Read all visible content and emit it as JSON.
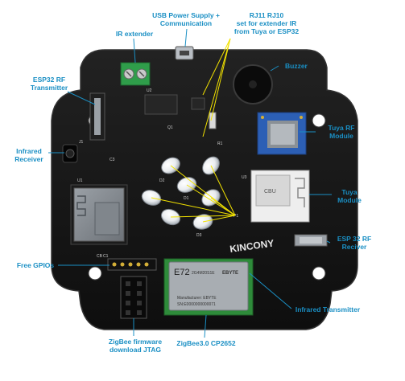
{
  "labels": {
    "usb": "USB Power Supply +\nCommunication",
    "ir_extender": "IR extender",
    "rj": "RJ11  RJ10\nset for extender IR\nfrom Tuya or ESP32",
    "buzzer": "Buzzer",
    "esp32_rf_tx": "ESP32 RF\nTransmitter",
    "tuya_rf": "Tuya RF\nModule",
    "ir_receiver": "Infrared\nReceiver",
    "tuya_module": "Tuya\nModule",
    "esp32_rf_rx": "ESP 32 RF\nReciver",
    "free_gpios": "Free GPIOs",
    "ir_transmitter": "Infrared Transmitter",
    "zigbee_jtag": "ZigBee firmware\ndownload JTAG",
    "zigbee_chip": "ZigBee3.0 CP2652"
  },
  "board_text": {
    "brand": "KINCONY",
    "zigbee_module_name": "E72",
    "zigbee_module_sub": "2G4M20S1E",
    "zigbee_brand": "EBYTE",
    "zigbee_mfr": "Manufacturer: EBYTE",
    "zigbee_id": "SN:E0000000000071",
    "tuya_module_text": "CBU",
    "silkscreen": [
      "U1",
      "U2",
      "U3",
      "C3",
      "Q1",
      "J1",
      "D1",
      "D2",
      "D3",
      "R1",
      "CB",
      "C1",
      "P1"
    ]
  },
  "colors": {
    "label": "#1a8fc4",
    "pcb": "#161616",
    "pointer": "#f2e200"
  }
}
